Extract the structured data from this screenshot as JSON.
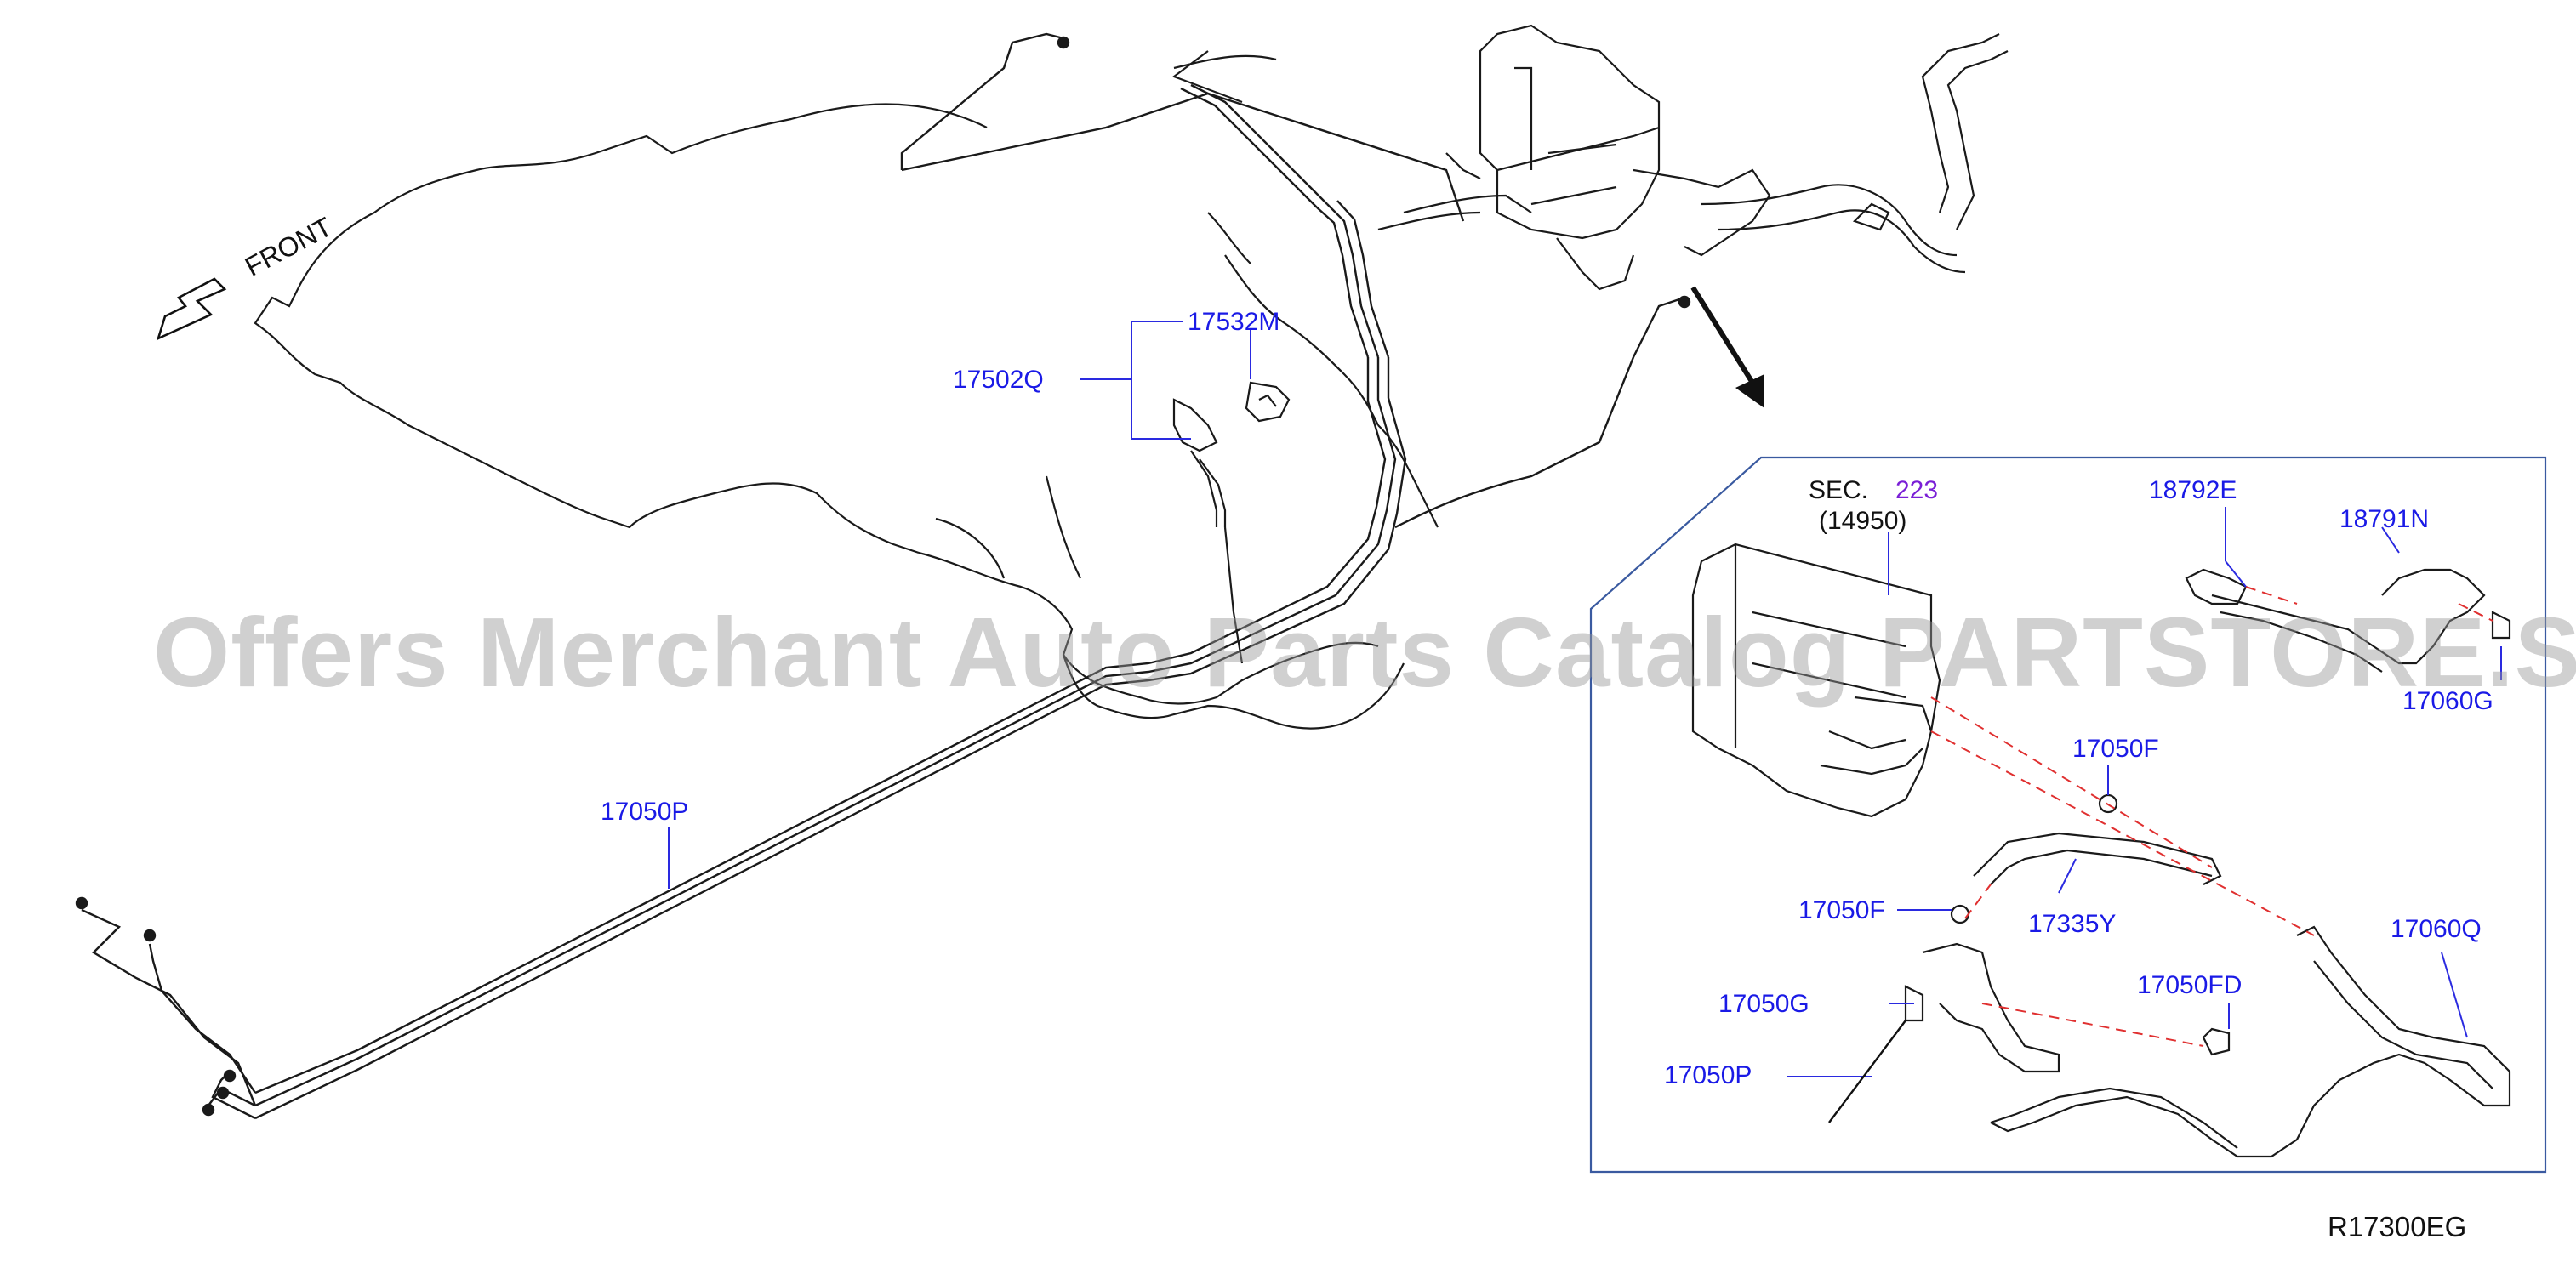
{
  "watermark": "Offers Merchant Auto Parts Catalog PARTSTORE.SA",
  "front_label": "FRONT",
  "diagram_code": "R17300EG",
  "section_ref": {
    "prefix": "SEC.",
    "number": "223",
    "sub": "(14950)"
  },
  "part_labels": {
    "p17532M": "17532M",
    "p17502Q": "17502Q",
    "p17050P_main": "17050P",
    "p18792E": "18792E",
    "p18791N": "18791N",
    "p17060G": "17060G",
    "p17050F_top": "17050F",
    "p17050F_left": "17050F",
    "p17335Y": "17335Y",
    "p17060Q": "17060Q",
    "p17050G": "17050G",
    "p17050FD": "17050FD",
    "p17050P_inset": "17050P"
  },
  "colors": {
    "line": "#1a1a1a",
    "label": "#1a1ae6",
    "leader": "#2a2ae0",
    "section": "#7a1fd6",
    "dashed": "#e03030",
    "inset_border": "#3a5aa0"
  }
}
